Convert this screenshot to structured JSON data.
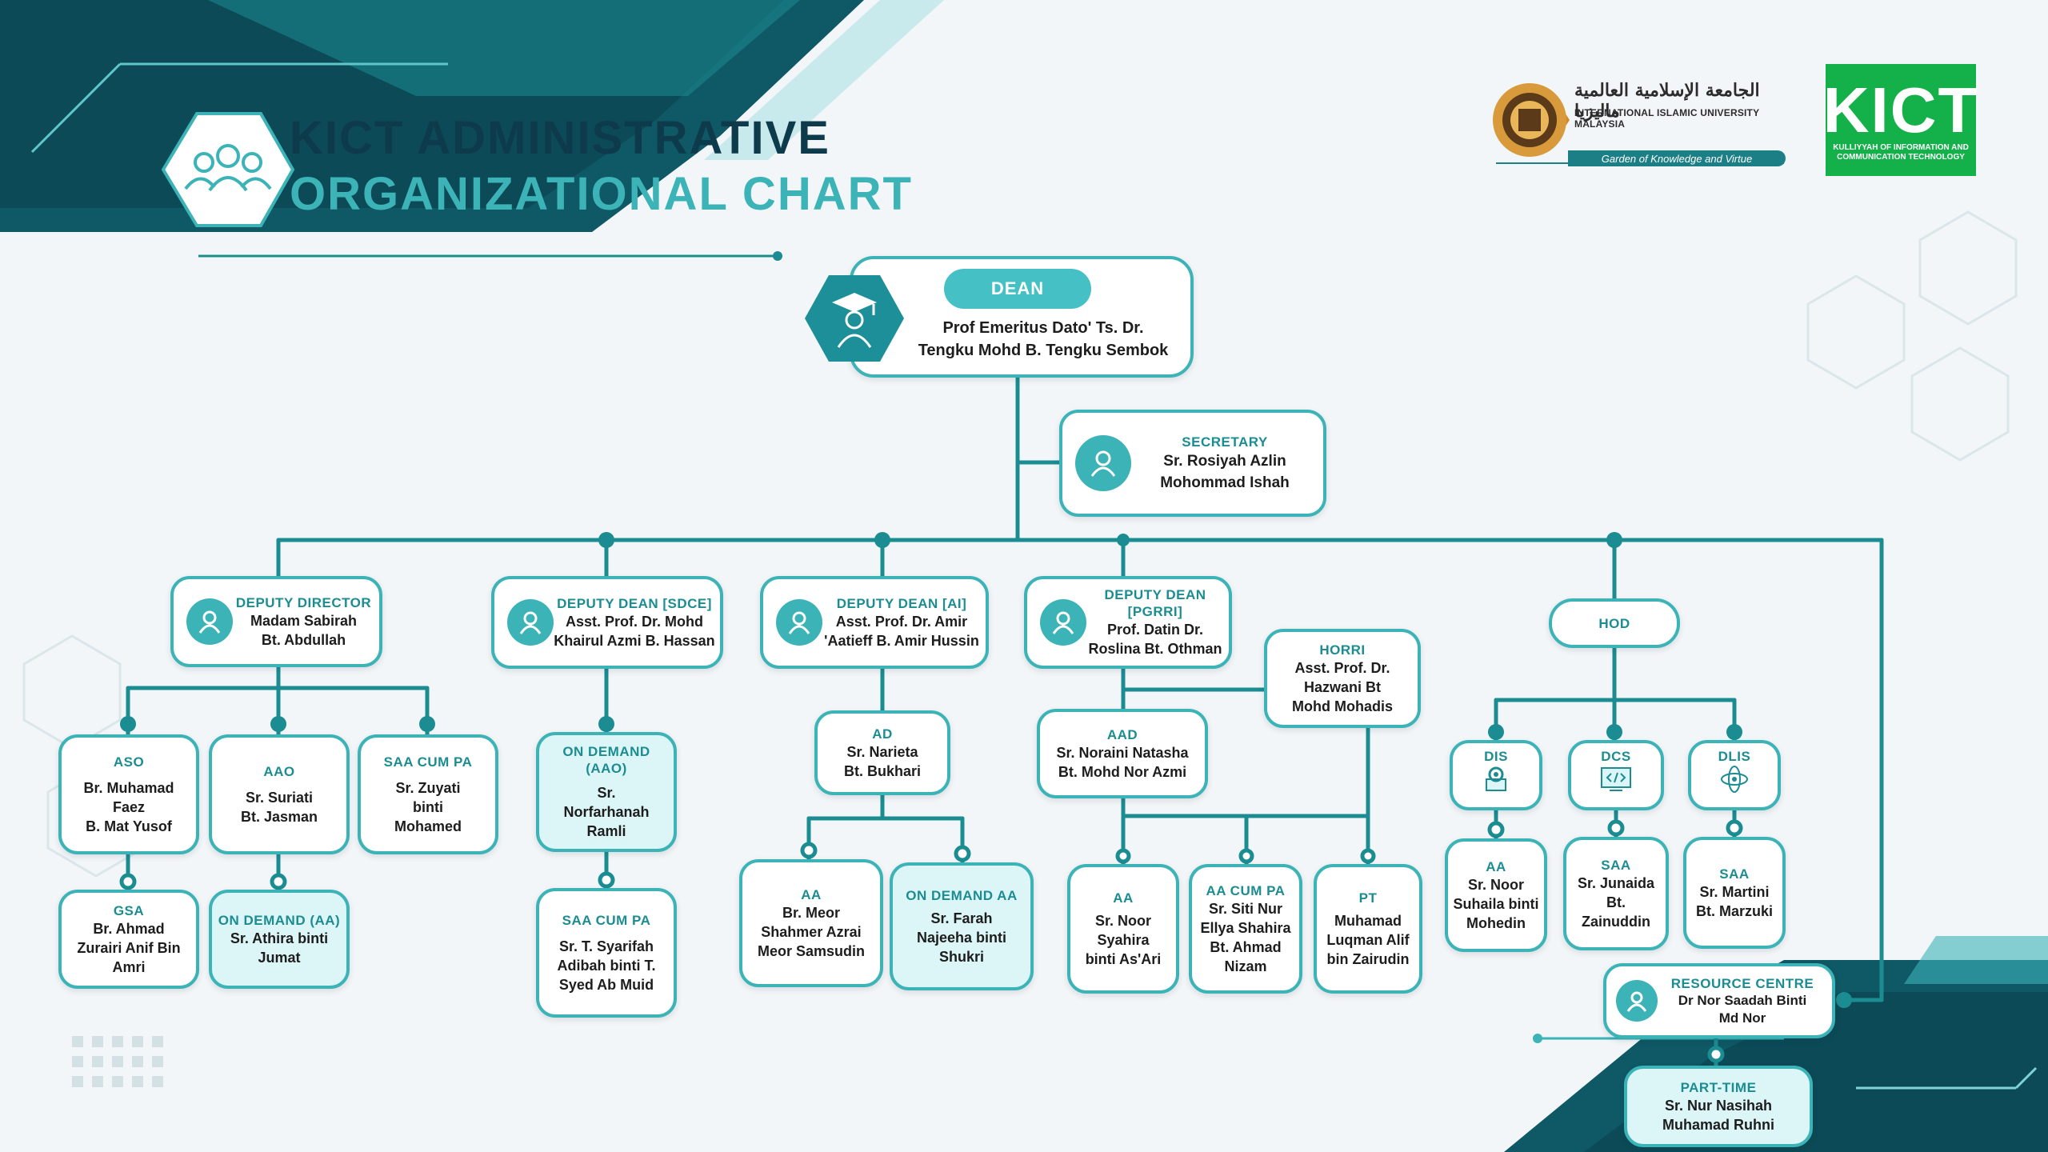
{
  "header": {
    "title_line1": "KICT ADMINISTRATIVE",
    "title_line2": "ORGANIZATIONAL CHART",
    "university_arabic": "الجامعة الإسلامية العالمية ماليزيا",
    "university_english": "INTERNATIONAL ISLAMIC UNIVERSITY MALAYSIA",
    "university_tagline": "Garden of Knowledge and Virtue",
    "kict_logo_text": "KICT",
    "kict_logo_subtitle": "KULLIYYAH OF INFORMATION AND COMMUNICATION TECHNOLOGY"
  },
  "colors": {
    "accent": "#3bb3b7",
    "dark": "#0e3b4b",
    "line": "#1b8d92",
    "highlight_fill": "#dcf5f7",
    "kict_green": "#14b14a"
  },
  "nodes": {
    "dean": {
      "title": "DEAN",
      "name": "Prof Emeritus Dato' Ts. Dr.\nTengku Mohd B. Tengku Sembok"
    },
    "secretary": {
      "title": "SECRETARY",
      "name": "Sr. Rosiyah Azlin\nMohommad Ishah"
    },
    "deputy_director": {
      "title": "DEPUTY DIRECTOR",
      "name": "Madam Sabirah\nBt. Abdullah"
    },
    "deputy_dean_sdce": {
      "title": "DEPUTY DEAN [SDCE]",
      "name": "Asst. Prof. Dr. Mohd\nKhairul Azmi B. Hassan"
    },
    "deputy_dean_ai": {
      "title": "DEPUTY DEAN [AI]",
      "name": "Asst. Prof. Dr. Amir\n'Aatieff B. Amir Hussin"
    },
    "deputy_dean_pgrri": {
      "title": "DEPUTY DEAN [PGRRI]",
      "name": "Prof. Datin Dr.\nRoslina Bt. Othman"
    },
    "horri": {
      "title": "HORRI",
      "name": "Asst. Prof. Dr.\nHazwani Bt\nMohd Mohadis"
    },
    "hod": {
      "title": "HOD"
    },
    "aso": {
      "title": "ASO",
      "name": "Br. Muhamad\nFaez\nB. Mat Yusof"
    },
    "aao": {
      "title": "AAO",
      "name": "Sr. Suriati\nBt. Jasman"
    },
    "saa_cum_pa_1": {
      "title": "SAA CUM PA",
      "name": "Sr. Zuyati\nbinti\nMohamed"
    },
    "gsa": {
      "title": "GSA",
      "name": "Br. Ahmad\nZurairi Anif Bin\nAmri"
    },
    "on_demand_aa_1": {
      "title": "ON DEMAND (AA)",
      "name": "Sr. Athira binti\nJumat"
    },
    "on_demand_aao": {
      "title": "ON DEMAND (AAO)",
      "name": "Sr.\nNorfarhanah\nRamli"
    },
    "saa_cum_pa_2": {
      "title": "SAA CUM PA",
      "name": "Sr. T. Syarifah\nAdibah binti T.\nSyed Ab Muid"
    },
    "ad": {
      "title": "AD",
      "name": "Sr. Narieta\nBt. Bukhari"
    },
    "aa_meor": {
      "title": "AA",
      "name": "Br. Meor\nShahmer Azrai\nMeor Samsudin"
    },
    "on_demand_aa_2": {
      "title": "ON DEMAND AA",
      "name": "Sr. Farah\nNajeeha binti\nShukri"
    },
    "aad": {
      "title": "AAD",
      "name": "Sr. Noraini Natasha\nBt. Mohd Nor Azmi"
    },
    "aa_noor_syahira": {
      "title": "AA",
      "name": "Sr. Noor\nSyahira\nbinti As'Ari"
    },
    "aa_cum_pa": {
      "title": "AA CUM PA",
      "name": "Sr. Siti Nur\nEllya Shahira\nBt. Ahmad\nNizam"
    },
    "pt": {
      "title": "PT",
      "name": "Muhamad\nLuqman Alif\nbin Zairudin"
    },
    "dis": {
      "title": "DIS"
    },
    "dcs": {
      "title": "DCS"
    },
    "dlis": {
      "title": "DLIS"
    },
    "aa_suhaila": {
      "title": "AA",
      "name": "Sr. Noor\nSuhaila binti\nMohedin"
    },
    "saa_junaida": {
      "title": "SAA",
      "name": "Sr. Junaida\nBt.\nZainuddin"
    },
    "saa_martini": {
      "title": "SAA",
      "name": "Sr. Martini\nBt. Marzuki"
    },
    "resource_centre": {
      "title": "RESOURCE CENTRE",
      "name": "Dr Nor Saadah Binti\nMd Nor"
    },
    "part_time": {
      "title": "PART-TIME",
      "name": "Sr. Nur Nasihah\nMuhamad Ruhni"
    }
  }
}
